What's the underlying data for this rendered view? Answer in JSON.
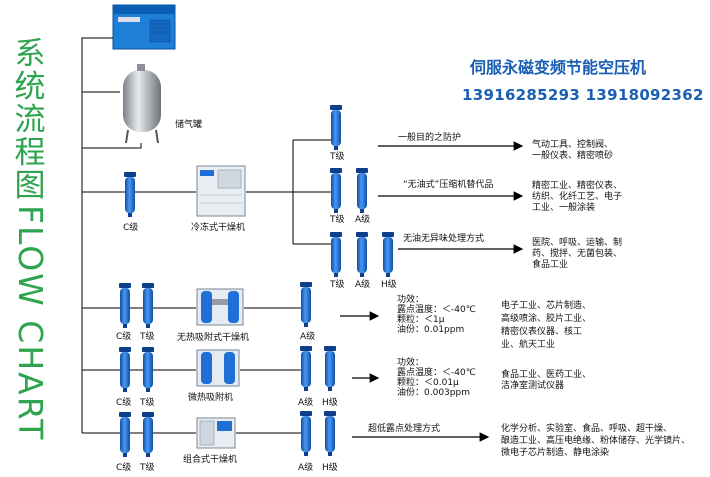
{
  "title_cn": "系统流程图",
  "title_en": "FLOW CHART",
  "brand": "伺服永磁变频节能空压机",
  "phones": "13916285293  13918092362",
  "tank_label": "储气罐",
  "row1": {
    "c_label": "C级",
    "machine_label": "冷冻式干燥机",
    "branches": [
      {
        "filters": [
          "T级"
        ],
        "arrow_text": "一般目的之防护",
        "uses": [
          "气动工具、控制阀、",
          "一般仪表、精密喷砂"
        ]
      },
      {
        "filters": [
          "T级",
          "A级"
        ],
        "arrow_text": "“无油式”压缩机替代品",
        "uses": [
          "精密工业、精密仪表、",
          "纺织、化纤工艺、电子",
          "工业、一般涂装"
        ]
      },
      {
        "filters": [
          "T级",
          "A级",
          "H级"
        ],
        "arrow_text": "无油无异味处理方式",
        "uses": [
          "医院、呼吸、运输、制",
          "药、搅拌、无菌包装、",
          "食品工业"
        ]
      }
    ]
  },
  "row2": {
    "filters": [
      "C级",
      "T级"
    ],
    "machine_label": "无热吸附式干燥机",
    "after": [
      "A级"
    ],
    "specs": [
      "功效：",
      "露点温度：＜-40℃",
      "颗粒：＜1μ",
      "油份：0.01ppm"
    ],
    "uses": [
      "电子工业、芯片制造、",
      "高级喷涂、胶片工业、",
      "精密仪表仪器、核工",
      "业、航天工业"
    ]
  },
  "row3": {
    "filters": [
      "C级",
      "T级"
    ],
    "machine_label": "微热吸附机",
    "after": [
      "A级",
      "H级"
    ],
    "specs": [
      "功效：",
      "露点温度：＜-40℃",
      "颗粒：＜0.01μ",
      "油份：0.003ppm"
    ],
    "uses": [
      "食品工业、医药工业、",
      "洁净室测试仪器"
    ]
  },
  "row4": {
    "filters": [
      "C级",
      "T级"
    ],
    "machine_label": "组合式干燥机",
    "after": [
      "A级",
      "H级"
    ],
    "arrow_text": "超低露点处理方式",
    "uses": [
      "化学分析、实验室、食品、呼吸、超干燥、",
      "酿造工业、高压电绝缘、粉体储存、光学镜片、",
      "微电子芯片制造、静电涂染"
    ]
  },
  "colors": {
    "filter": "#1f6fd6",
    "title": "#2ea44f",
    "brand": "#1a5fb4",
    "line": "#000000"
  }
}
